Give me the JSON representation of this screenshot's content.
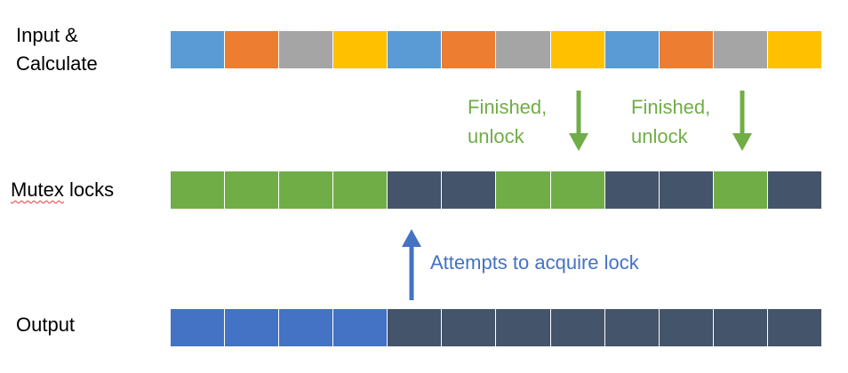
{
  "labels": {
    "input_line1": "Input &",
    "input_line2": "Calculate",
    "mutex_word1": "Mutex",
    "mutex_word2": " locks",
    "output": "Output"
  },
  "annotations": {
    "finished_1": "Finished,\nunlock",
    "finished_2": "Finished,\nunlock",
    "attempt": "Attempts to acquire lock"
  },
  "colors": {
    "blue": "#5b9bd5",
    "orange": "#ed7d31",
    "gray": "#a5a5a5",
    "yellow": "#ffc000",
    "green": "#70ad47",
    "dark": "#44546a",
    "output_blue": "#4472c4",
    "green_text": "#70ad47",
    "blue_text": "#4472c4"
  },
  "rows": {
    "input": [
      "blue",
      "orange",
      "gray",
      "yellow",
      "blue",
      "orange",
      "gray",
      "yellow",
      "blue",
      "orange",
      "gray",
      "yellow"
    ],
    "mutex": [
      "green",
      "green",
      "green",
      "green",
      "dark",
      "dark",
      "green",
      "green",
      "dark",
      "dark",
      "green",
      "dark"
    ],
    "output": [
      "output_blue",
      "output_blue",
      "output_blue",
      "output_blue",
      "dark",
      "dark",
      "dark",
      "dark",
      "dark",
      "dark",
      "dark",
      "dark"
    ]
  }
}
